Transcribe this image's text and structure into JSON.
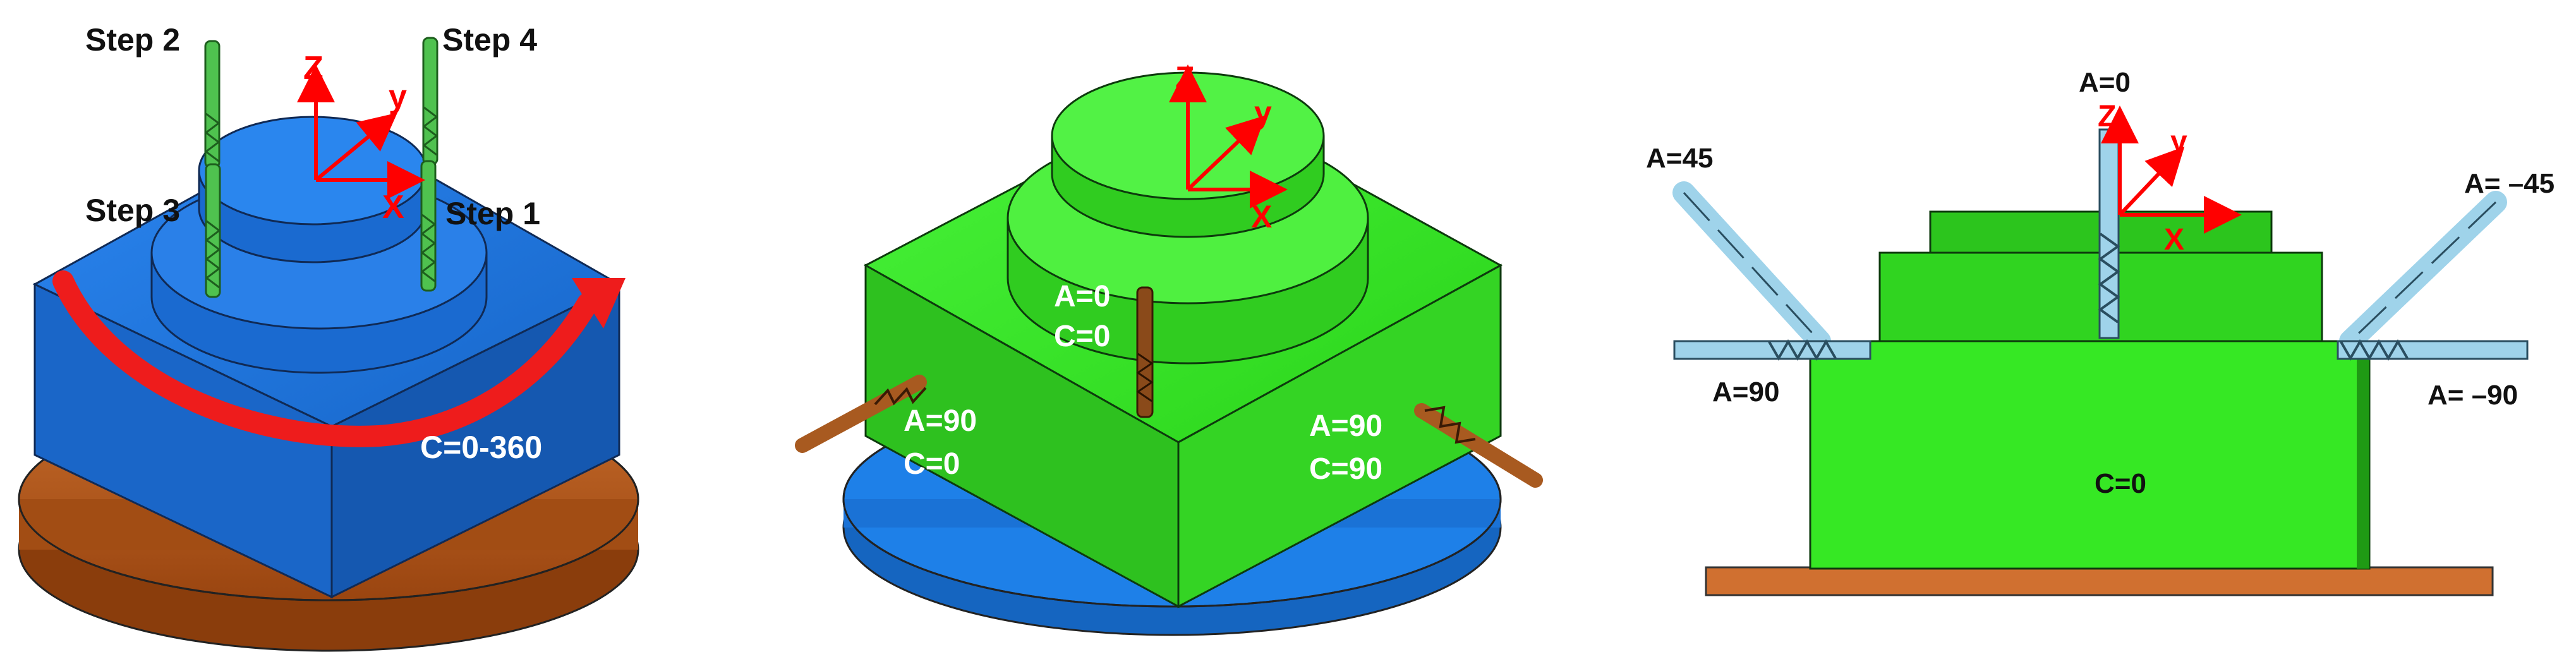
{
  "panel_left": {
    "step_labels": {
      "step2": "Step 2",
      "step4": "Step 4",
      "step3": "Step 3",
      "step1": "Step 1"
    },
    "axes": {
      "z": "Z",
      "y": "y",
      "x": "X"
    },
    "rotation_label": "C=0-360"
  },
  "panel_middle": {
    "axes": {
      "z": "Z",
      "y": "y",
      "x": "X"
    },
    "top_a": "A=0",
    "top_c": "C=0",
    "left_a": "A=90",
    "left_c": "C=0",
    "right_a": "A=90",
    "right_c": "C=90"
  },
  "panel_right": {
    "axes": {
      "z": "Z",
      "y": "y",
      "x": "X"
    },
    "a_top": "A=0",
    "a_45": "A=45",
    "a_neg45": "A= –45",
    "a_90": "A=90",
    "a_neg90": "A= –90",
    "c_label": "C=0"
  },
  "colors": {
    "blue_body": "#1e6fd6",
    "green_body": "#33e01e",
    "copper": "#b85a1a",
    "axis_red": "#ff0000",
    "tool_green": "#39b54a",
    "tool_light_blue": "#9fd3ea",
    "tool_copper": "#b0622a"
  }
}
